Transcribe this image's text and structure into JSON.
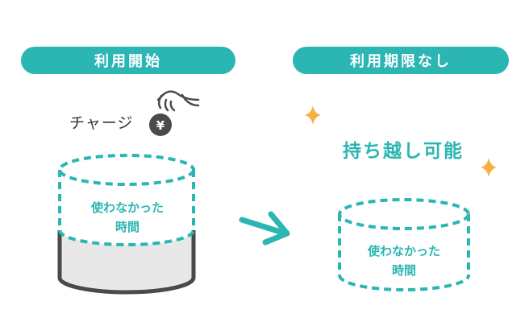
{
  "colors": {
    "teal": "#2bb5b3",
    "dark_gray": "#4a4a4a",
    "light_gray": "#e8e8e8",
    "sparkle": "#f5b041"
  },
  "left": {
    "pill_label": "利用開始",
    "charge_label": "チャージ",
    "coin_icon": "yen-coin-icon",
    "coin_symbol": "¥",
    "cylinder_text_line1": "使わなかった",
    "cylinder_text_line2": "時間"
  },
  "arrow_icon": "arrow-right-icon",
  "right": {
    "pill_label": "利用期限なし",
    "carry_over_label": "持ち越し可能",
    "sparkle_icon": "sparkle-icon",
    "cylinder_text_line1": "使わなかった",
    "cylinder_text_line2": "時間"
  }
}
